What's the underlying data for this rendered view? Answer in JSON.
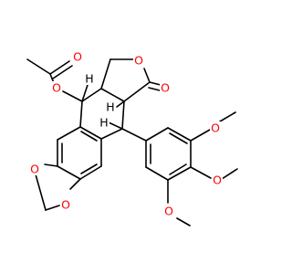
{
  "molecule": {
    "colors": {
      "bond": "#000000",
      "oxygen": "#ff0000",
      "hydrogen": "#000000",
      "background": "#ffffff"
    },
    "atom_labels": {
      "o_acetyl_carbonyl": "O",
      "o_acetyl_ester": "O",
      "o_lactone_ring": "O",
      "o_lactone_carbonyl": "O",
      "h_top_left": "H",
      "h_top_right": "H",
      "h_bottom": "H",
      "o_dioxole_upper": "O",
      "o_dioxole_lower": "O",
      "o_methoxy_upper": "O",
      "o_methoxy_middle": "O",
      "o_methoxy_lower": "O"
    }
  }
}
